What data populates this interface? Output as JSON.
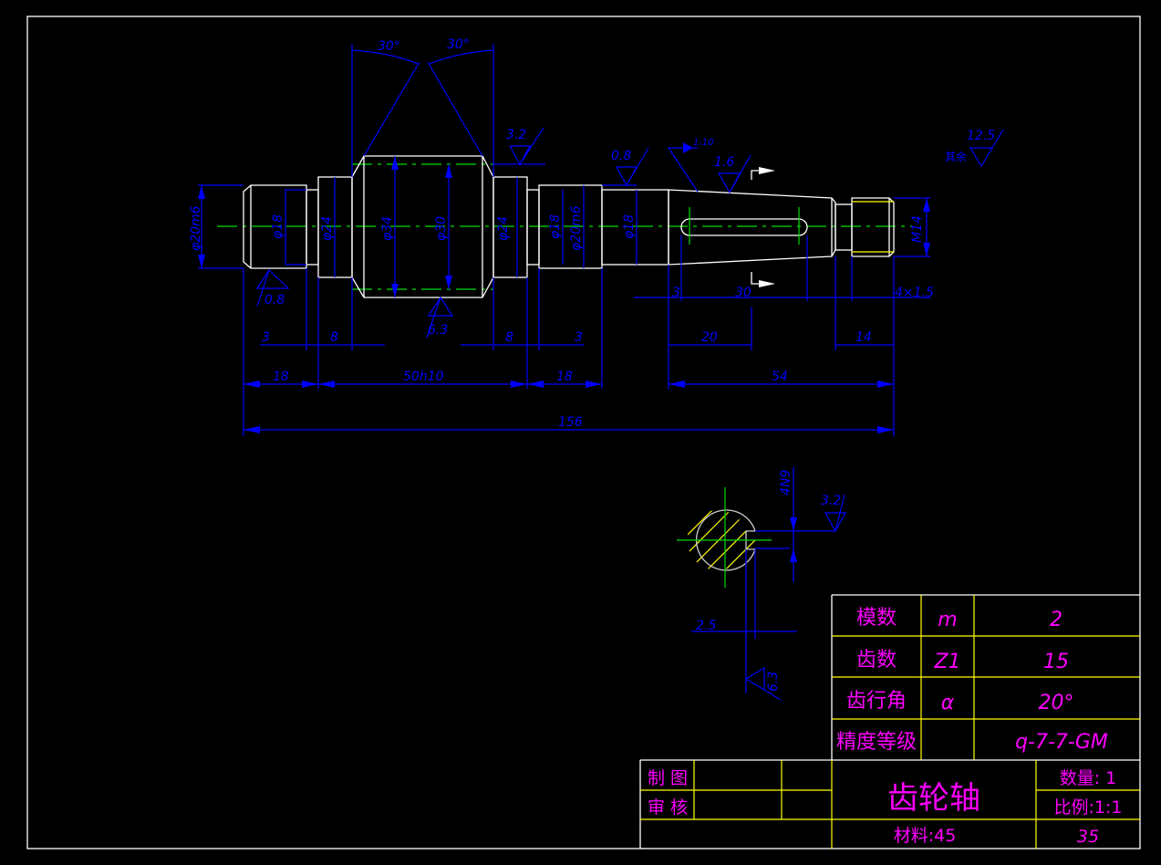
{
  "drawing": {
    "angles": [
      "30°",
      "30°"
    ],
    "roughness": {
      "gear_side": "3.2",
      "left_journal": "0.8",
      "gear_bottom": "6.3",
      "right_journal": "0.8",
      "taper_ratio": "1:10",
      "taper": "1.6",
      "other": "12.5",
      "other_label": "其余",
      "keyway_side": "3.2",
      "keyway_bottom": "6.3"
    },
    "diameters": {
      "d1": "φ20m6",
      "d2": "φ18",
      "d3": "φ24",
      "d4": "φ34",
      "d5": "φ30",
      "d6": "φ24",
      "d7": "φ18",
      "d8": "φ20m6",
      "d9": "φ18",
      "thread": "M14"
    },
    "lengths": {
      "l_3a": "3",
      "l_8a": "8",
      "l_8b": "8",
      "l_3b": "3",
      "l_18a": "18",
      "l_50": "50h10",
      "l_18b": "18",
      "l_total": "156",
      "l_3c": "3",
      "l_30": "30",
      "l_thread": "4×1.5",
      "l_20": "20",
      "l_14": "14",
      "l_54": "54"
    },
    "section": {
      "key_width": "4N9",
      "key_depth": "2.5"
    }
  },
  "param_table": {
    "rows": [
      {
        "name": "模数",
        "symbol": "m",
        "value": "2"
      },
      {
        "name": "齿数",
        "symbol": "Z1",
        "value": "15"
      },
      {
        "name": "齿行角",
        "symbol": "α",
        "value": "20°"
      },
      {
        "name": "精度等级",
        "symbol": "",
        "value": "q-7-7-GM"
      }
    ]
  },
  "title_block": {
    "drawn_by_label": "制 图",
    "checked_by_label": "审 核",
    "part_name": "齿轮轴",
    "material": "材料:45",
    "quantity": "数量: 1",
    "scale": "比例:1:1",
    "number": "35"
  },
  "colors": {
    "outline": "#ffffff",
    "dimension": "#0000ff",
    "center": "#00dd00",
    "text": "#ff00ff",
    "table": "#ffff00"
  }
}
